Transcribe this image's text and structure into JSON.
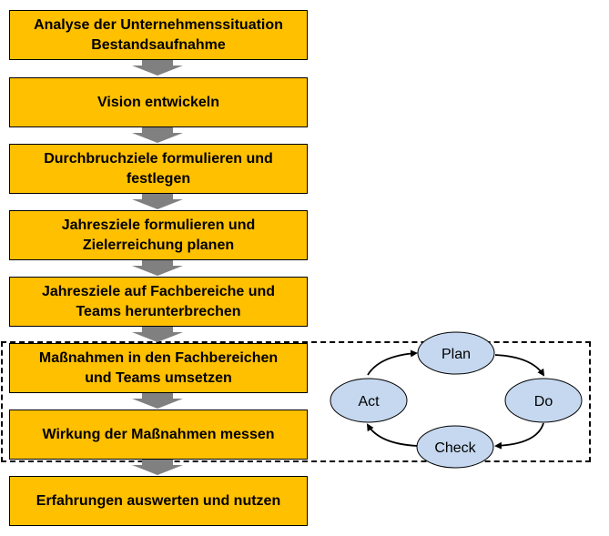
{
  "steps": [
    {
      "lines": [
        "Analyse der Unternehmenssituation",
        "Bestandsaufnahme"
      ]
    },
    {
      "lines": [
        "Vision entwickeln"
      ]
    },
    {
      "lines": [
        "Durchbruchziele formulieren und",
        "festlegen"
      ]
    },
    {
      "lines": [
        "Jahresziele formulieren und",
        "Zielerreichung planen"
      ]
    },
    {
      "lines": [
        "Jahresziele auf Fachbereiche und",
        "Teams herunterbrechen"
      ]
    },
    {
      "lines": [
        "Maßnahmen in den Fachbereichen",
        "und Teams umsetzen"
      ]
    },
    {
      "lines": [
        "Wirkung der Maßnahmen messen"
      ]
    },
    {
      "lines": [
        "Erfahrungen auswerten und nutzen"
      ]
    }
  ],
  "pdca": {
    "plan": "Plan",
    "do": "Do",
    "check": "Check",
    "act": "Act"
  },
  "colors": {
    "step_fill": "#ffc000",
    "arrow_fill": "#808080",
    "cycle_fill": "#c5d8ef"
  }
}
